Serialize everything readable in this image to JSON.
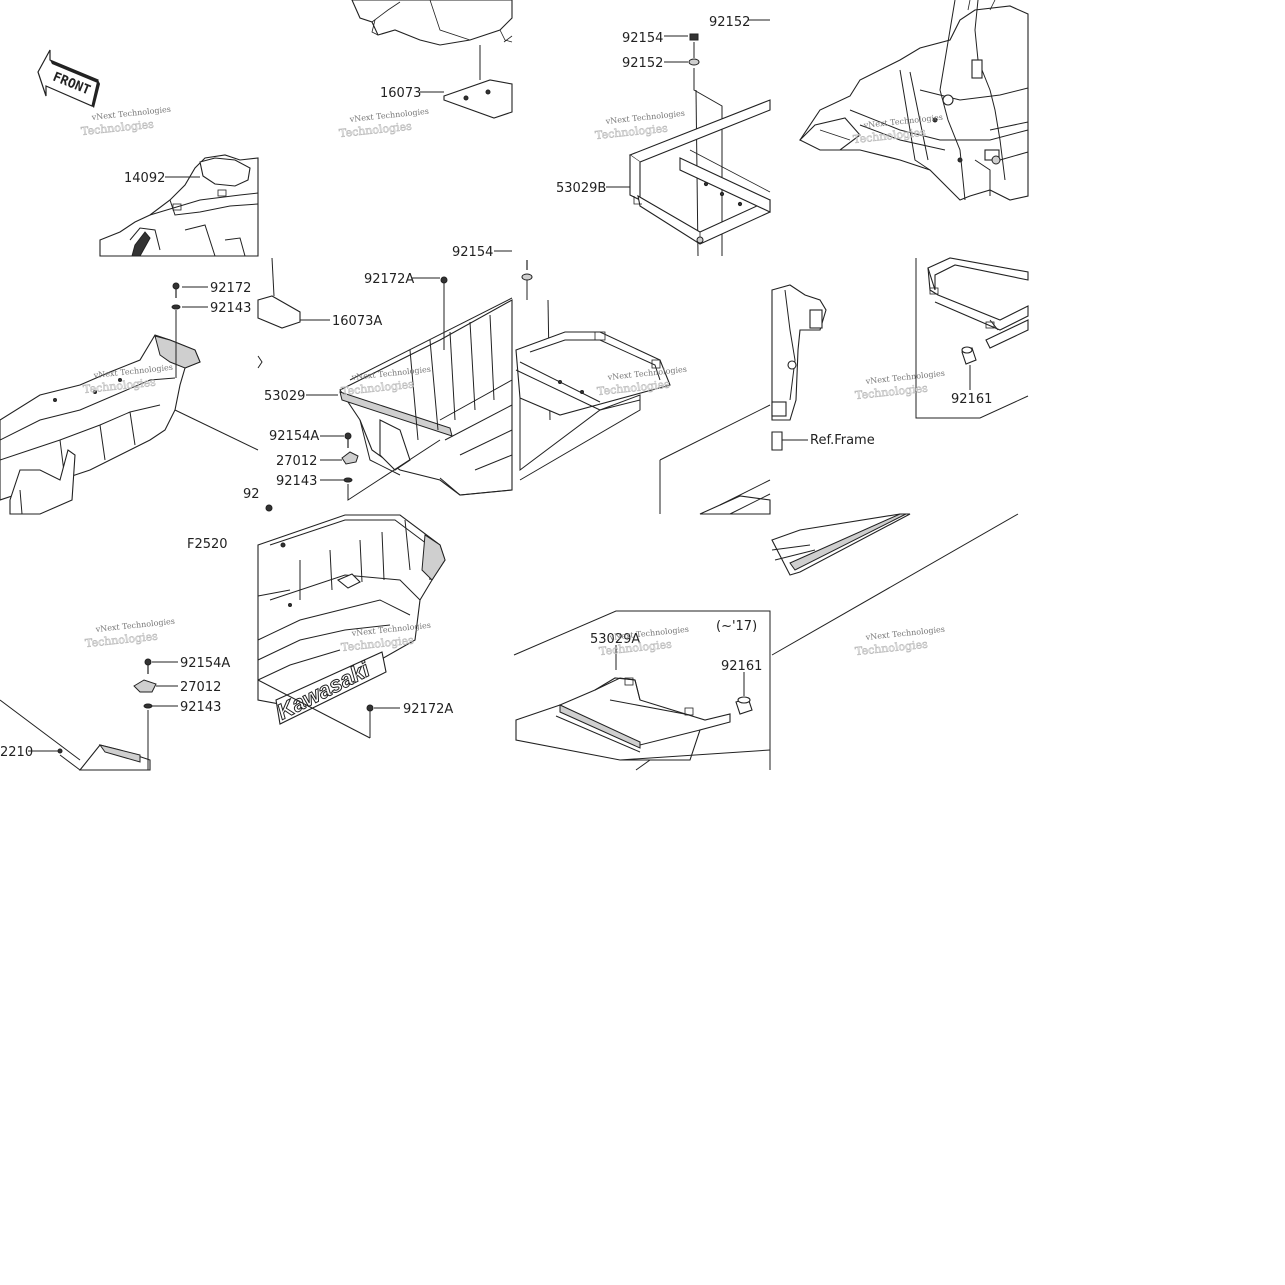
{
  "diagram": {
    "front_label": "FRONT",
    "figure_code": "F2520",
    "year_note": "(~'17)",
    "ref_frame": "Ref.Frame",
    "brand_decal": "Kawasaki",
    "watermark_line1": "vNext Technologies",
    "watermark_line2": "Technologies",
    "labels": {
      "p92152_top": "92152",
      "p92154_top": "92154",
      "p92152_b": "92152",
      "p16073": "16073",
      "p14092": "14092",
      "p53029B": "53029B",
      "p92154_mid": "92154",
      "p92172A_mid": "92172A",
      "p92172": "92172",
      "p92143_a": "92143",
      "p16073A": "16073A",
      "p53029": "53029",
      "p92154A_a": "92154A",
      "p27012_a": "27012",
      "p92143_b": "92143",
      "p92_cut": "92",
      "p92161_a": "92161",
      "p92154A_b": "92154A",
      "p27012_b": "27012",
      "p92143_c": "92143",
      "p2210_cut": "2210",
      "p92172A_b": "92172A",
      "p53029A": "53029A",
      "p92161_b": "92161"
    }
  }
}
